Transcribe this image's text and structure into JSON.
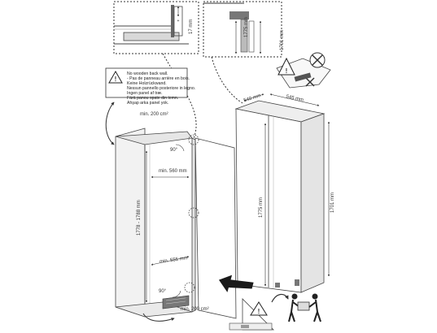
{
  "warning_lines": [
    "No wooden back wall.",
    "- Pas de panneau arrière en bois.",
    "Keine Holzrückwand.",
    "Nessun pannello posteriore in legno.",
    "Ingen panel af træ.",
    "Färä panou spate din lemn.",
    "Ahşap arka panel yok."
  ],
  "dimensions": {
    "detail_17": "17 mm",
    "detail_1775": "1775 mm",
    "detail_1701": "1701 mm",
    "vent_top": "min. 200 cm²",
    "vent_bottom": "min. 200 cm²",
    "width_540": "540 mm",
    "depth_545": "545 mm",
    "niche_width": "min. 560 mm",
    "niche_depth": "min. 555 mm",
    "niche_height": "1778 - 1788 mm",
    "fridge_height_1775": "1775 mm",
    "fridge_height_1701": "1701 mm",
    "angle_top": "90°",
    "angle_bottom": "90°"
  }
}
